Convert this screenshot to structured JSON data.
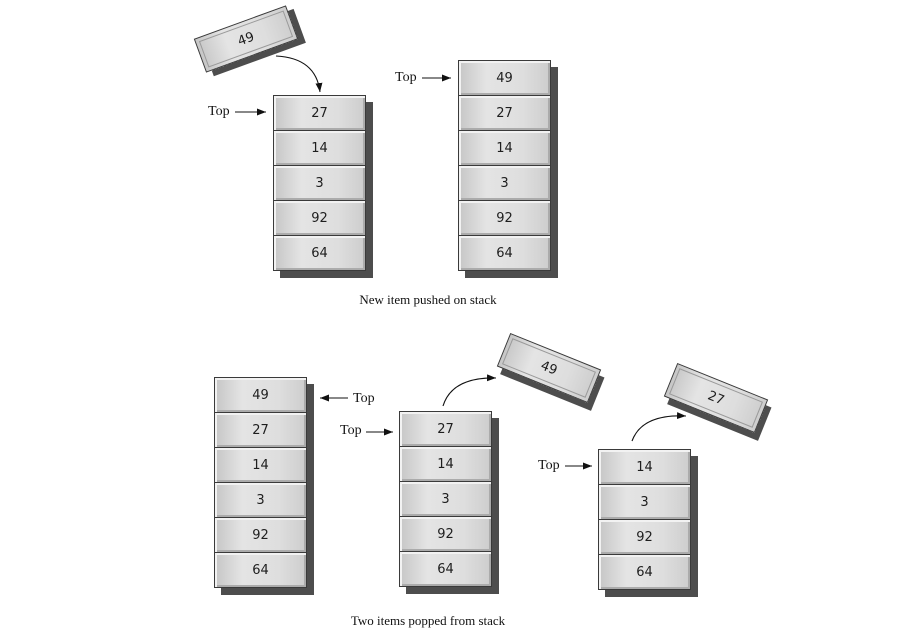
{
  "push": {
    "incoming_item": "49",
    "before": {
      "top_label": "Top",
      "items": [
        "27",
        "14",
        "3",
        "92",
        "64"
      ]
    },
    "after": {
      "top_label": "Top",
      "items": [
        "49",
        "27",
        "14",
        "3",
        "92",
        "64"
      ]
    },
    "caption": "New item pushed on stack"
  },
  "pop": {
    "start": {
      "top_label": "Top",
      "items": [
        "49",
        "27",
        "14",
        "3",
        "92",
        "64"
      ]
    },
    "after_first": {
      "top_label": "Top",
      "items": [
        "27",
        "14",
        "3",
        "92",
        "64"
      ],
      "popped_item": "49"
    },
    "after_second": {
      "top_label": "Top",
      "items": [
        "14",
        "3",
        "92",
        "64"
      ],
      "popped_item": "27"
    },
    "caption": "Two items popped from stack"
  },
  "colors": {
    "cell_fill": "#d9d9d9",
    "shadow": "#4d4d4d",
    "border": "#3a3a3a"
  }
}
